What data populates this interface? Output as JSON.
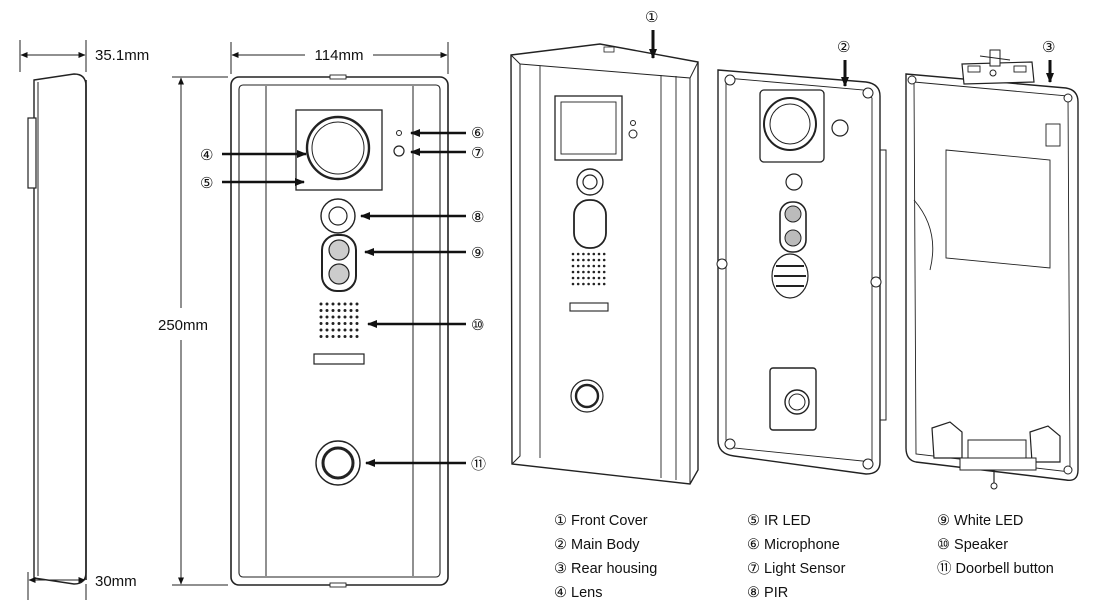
{
  "dimensions": {
    "depth_top": "35.1mm",
    "width": "114mm",
    "height": "250mm",
    "depth_bottom": "30mm"
  },
  "callouts": {
    "c1": "①",
    "c2": "②",
    "c3": "③",
    "c4": "④",
    "c5": "⑤",
    "c6": "⑥",
    "c7": "⑦",
    "c8": "⑧",
    "c9": "⑨",
    "c10": "⑩",
    "c11": "⑪"
  },
  "legend": {
    "col1": [
      {
        "num": "①",
        "label": "Front Cover"
      },
      {
        "num": "②",
        "label": "Main Body"
      },
      {
        "num": "③",
        "label": "Rear housing"
      },
      {
        "num": "④",
        "label": "Lens"
      }
    ],
    "col2": [
      {
        "num": "⑤",
        "label": "IR LED"
      },
      {
        "num": "⑥",
        "label": "Microphone"
      },
      {
        "num": "⑦",
        "label": "Light Sensor"
      },
      {
        "num": "⑧",
        "label": "PIR"
      }
    ],
    "col3": [
      {
        "num": "⑨",
        "label": "White LED"
      },
      {
        "num": "⑩",
        "label": "Speaker"
      },
      {
        "num": "⑪",
        "label": "Doorbell button"
      }
    ]
  }
}
